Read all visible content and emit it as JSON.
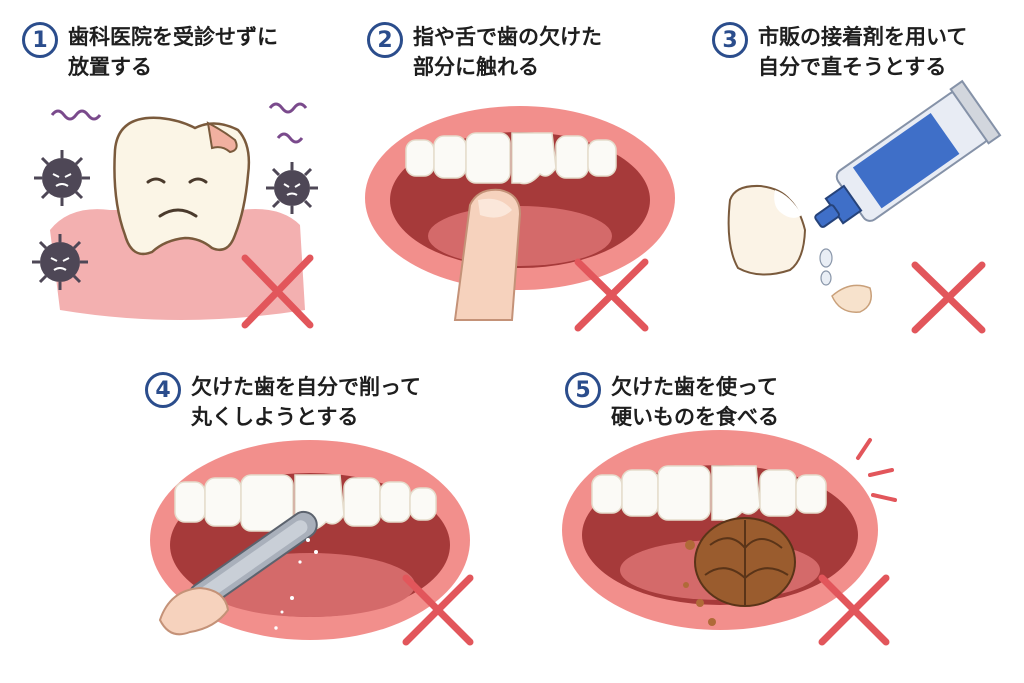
{
  "colors": {
    "number_badge": "#2b4d8c",
    "cross": "#e2565b",
    "gum": "#f2a9aa",
    "lip": "#f28f8c",
    "tooth": "#fbfaf6",
    "mouth_inside": "#a63a3a"
  },
  "items": [
    {
      "number": "1",
      "line1": "歯科医院を受診せずに",
      "line2": "放置する",
      "icon": "chipped-tooth-with-bacteria-icon"
    },
    {
      "number": "2",
      "line1": "指や舌で歯の欠けた",
      "line2": "部分に触れる",
      "icon": "finger-touching-tooth-icon"
    },
    {
      "number": "3",
      "line1": "市販の接着剤を用いて",
      "line2": "自分で直そうとする",
      "icon": "glue-tube-icon"
    },
    {
      "number": "4",
      "line1": "欠けた歯を自分で削って",
      "line2": "丸くしようとする",
      "icon": "nail-file-icon"
    },
    {
      "number": "5",
      "line1": "欠けた歯を使って",
      "line2": "硬いものを食べる",
      "icon": "walnut-icon"
    }
  ]
}
